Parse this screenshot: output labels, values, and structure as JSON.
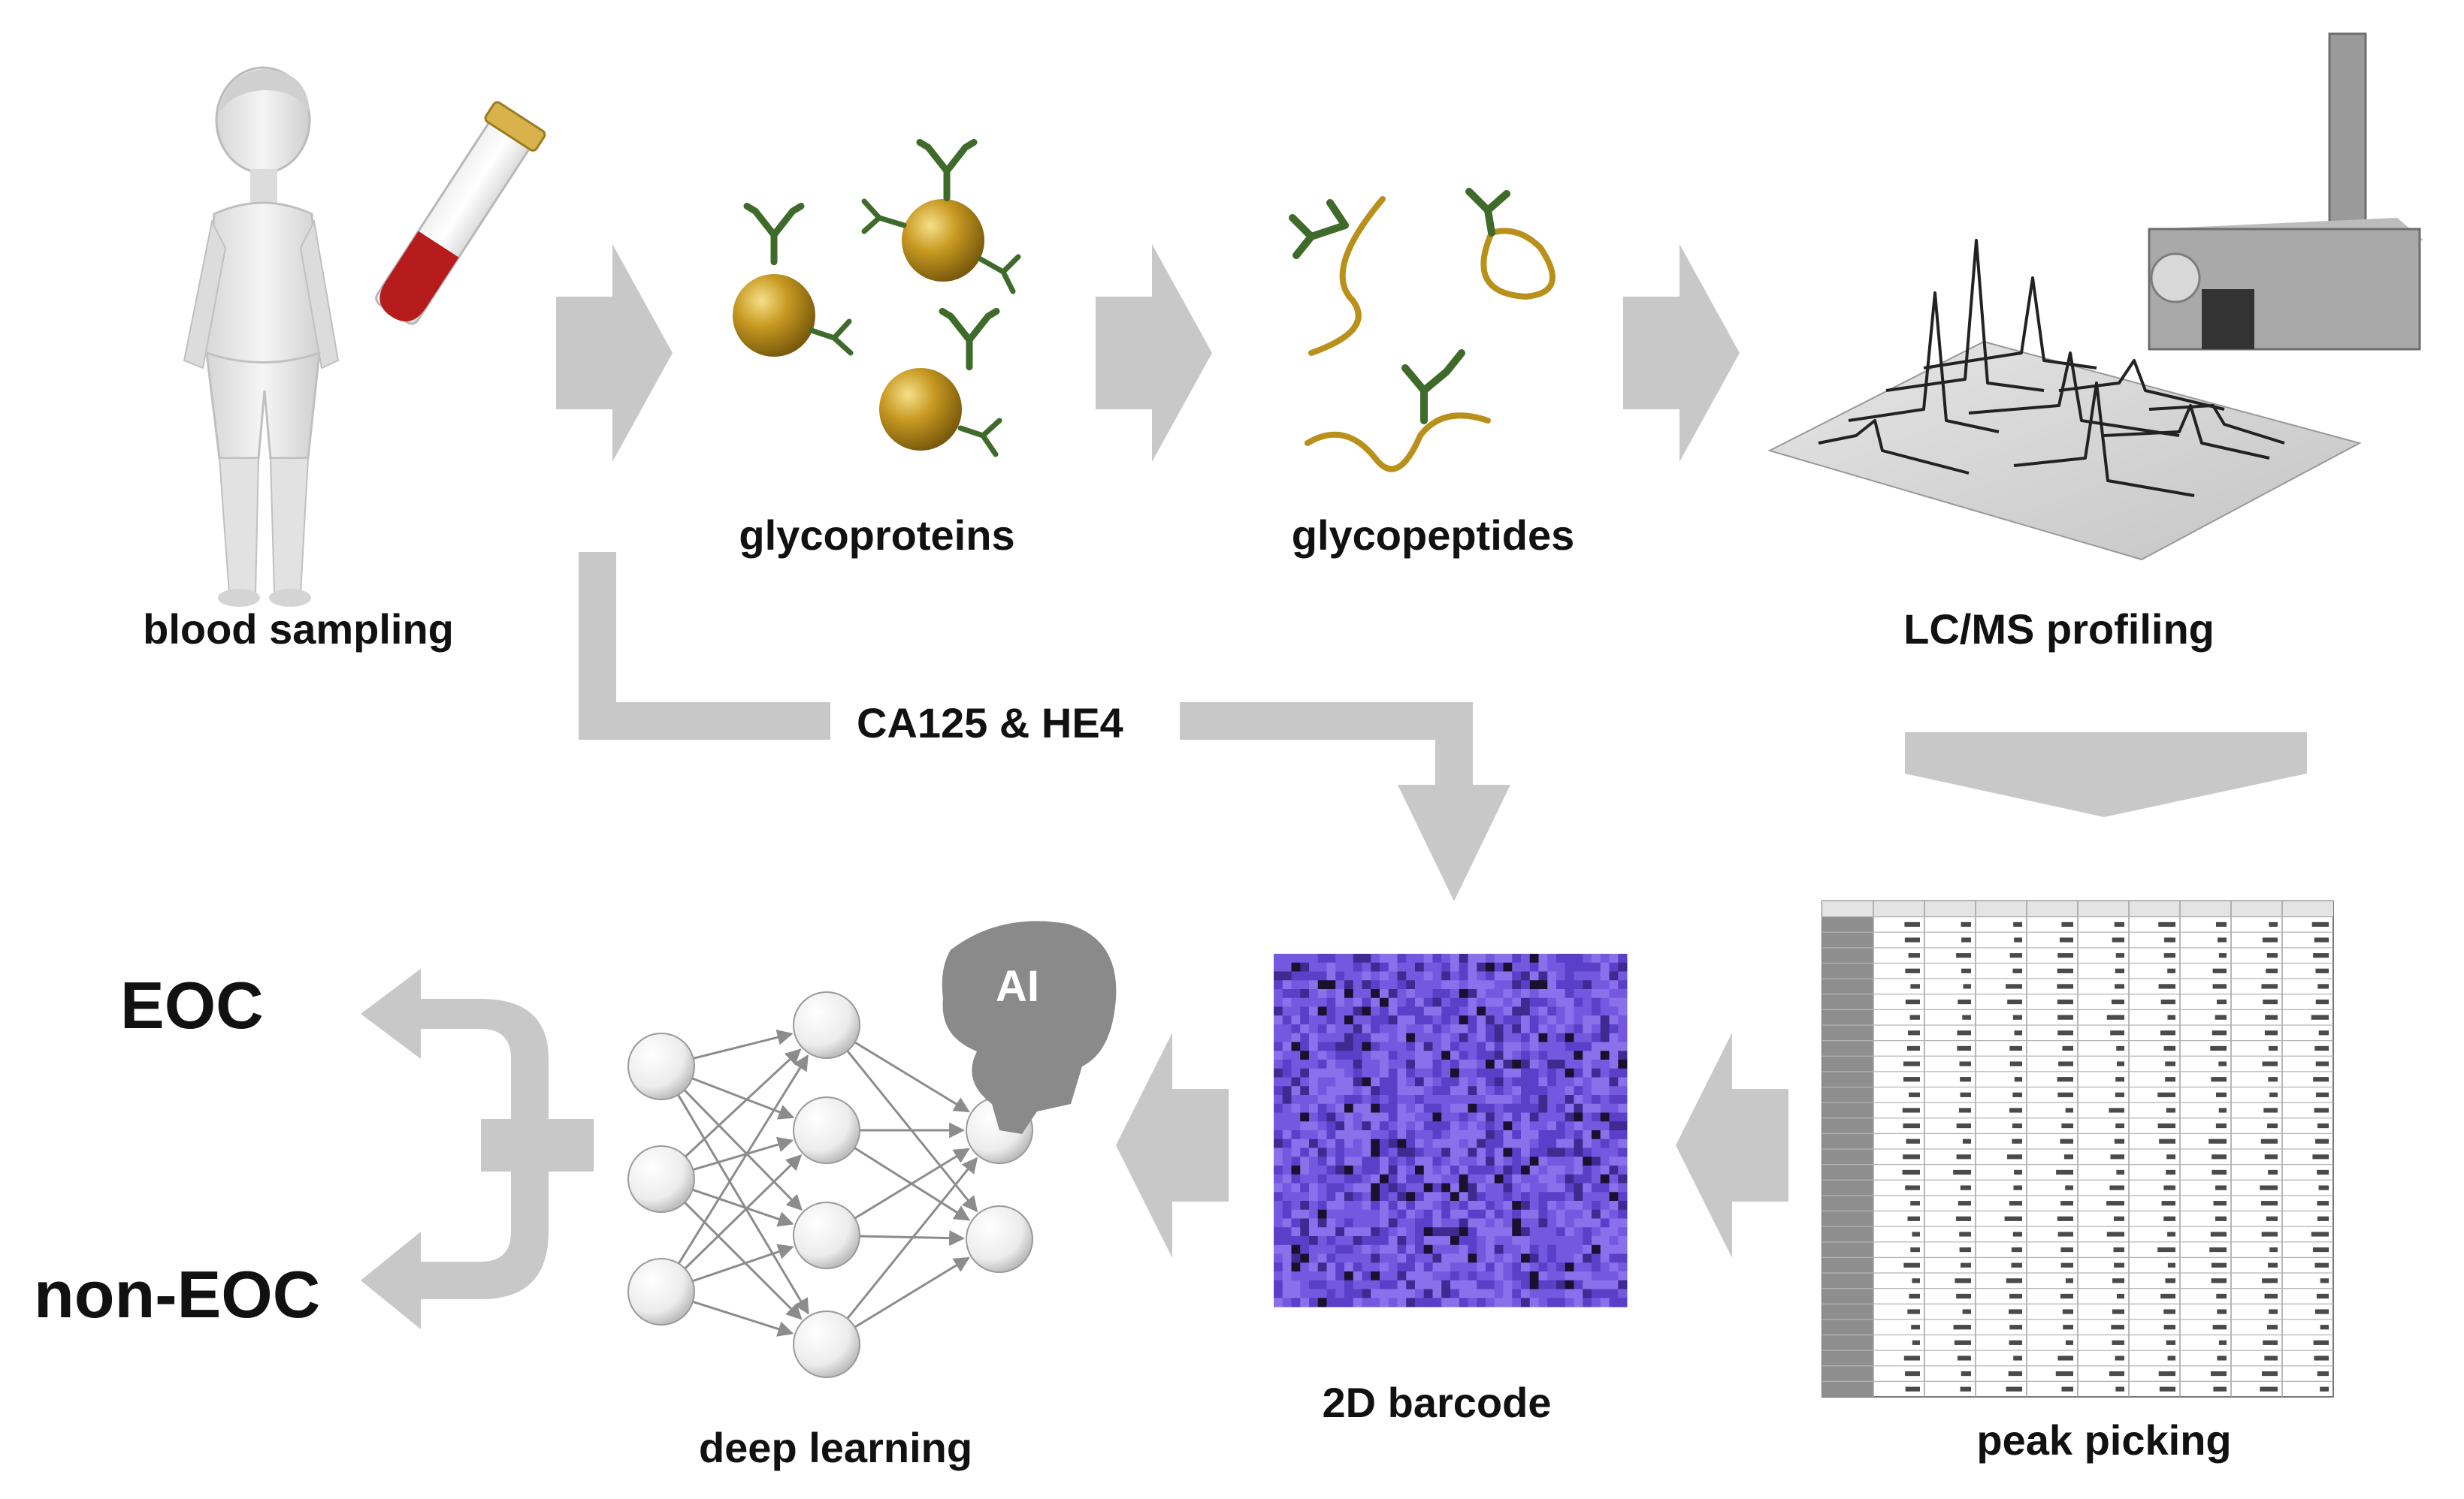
{
  "labels": {
    "blood_sampling": "blood sampling",
    "glycoproteins": "glycoproteins",
    "glycopeptides": "glycopeptides",
    "lcms_profiling": "LC/MS profiling",
    "biomarkers": "CA125 & HE4",
    "barcode": "2D barcode",
    "peak_picking": "peak picking",
    "deep_learning": "deep learning",
    "ai": "AI",
    "eoc": "EOC",
    "non_eoc": "non-EOC"
  },
  "colors": {
    "arrow": "#c8c8c8",
    "protein": "#b8901a",
    "glycan": "#3e6b2a",
    "peptide": "#b8901a",
    "barcode": "#6a4fd8",
    "ai_head": "#8a8a8a",
    "tube_blood": "#b71c1c",
    "tube_cap": "#d8b24a"
  }
}
